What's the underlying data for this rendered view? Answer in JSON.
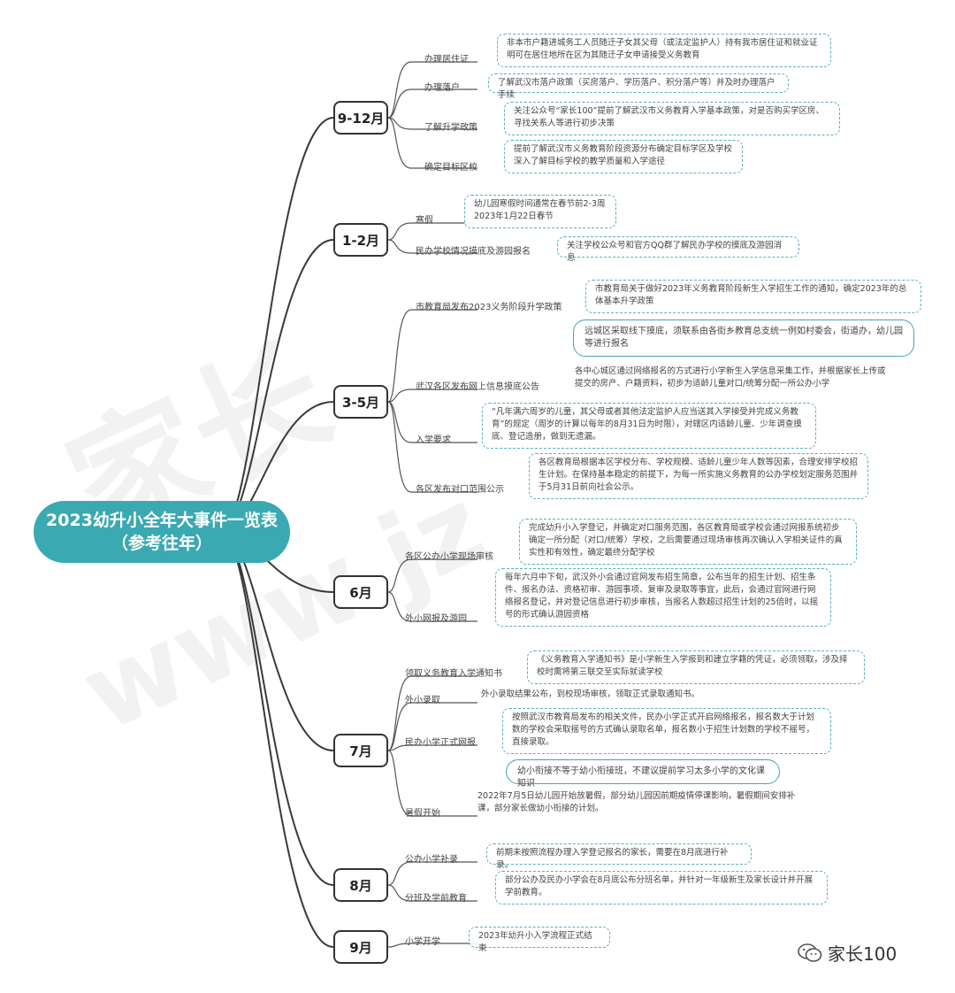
{
  "title_line1": "2023幼升小全年大事件一览表",
  "title_line2": "（参考往年）",
  "footer_text": "家长100",
  "footer_icon": "wechat-icon",
  "accent_color": "#3aa9b2",
  "months": [
    {
      "label": "9-12月",
      "topics": [
        {
          "label": "办理居住证",
          "note": "非本市户籍进城务工人员随迁子女其父母（或法定监护人）持有我市居住证和就业证明可在居住地所在区为其随迁子女申请接受义务教育"
        },
        {
          "label": "办理落户",
          "note": "了解武汉市落户政策（买房落户、学历落户、积分落户等）并及时办理落户手续"
        },
        {
          "label": "了解升学政策",
          "note": "关注公众号“家长100”提前了解武汉市义务教育入学基本政策，对是否购买学区房、寻找关系人等进行初步决策"
        },
        {
          "label": "确定目标区校",
          "note": "提前了解武汉市义务教育阶段资源分布确定目标学区及学校深入了解目标学校的教学质量和入学途径"
        }
      ]
    },
    {
      "label": "1-2月",
      "topics": [
        {
          "label": "寒假",
          "note": "幼儿园寒假时间通常在春节前2-3周\n2023年1月22日春节"
        },
        {
          "label": "民办学校情况摸底及游园报名",
          "note": "关注学校公众号和官方QQ群了解民办学校的摸底及游园消息"
        }
      ]
    },
    {
      "label": "3-5月",
      "topics": [
        {
          "label": "市教育局发布2023义务阶段升学政策",
          "note": "市教育局关于做好2023年义务教育阶段新生入学招生工作的通知，确定2023年的总体基本升学政策"
        },
        {
          "label": "武汉各区发布网上信息摸底公告",
          "note_a": "远城区采取线下摸底，须联系由各街乡教育总支统一例如村委会，街道办，幼儿园等进行报名",
          "note": "各中心城区通过网络报名的方式进行小学新生入学信息采集工作，并根据家长上传或提交的房产、户籍资料，初步为适龄儿童对口/统筹分配一所公办小学"
        },
        {
          "label": "入学要求",
          "note": "“凡年满六周岁的儿童，其父母或者其他法定监护人应当送其入学接受并完成义务教育”的规定（周岁的计算以每年的8月31日为时限），对辖区内适龄儿童、少年调查摸底、登记造册，做到无遗漏。"
        },
        {
          "label": "各区发布对口范围公示",
          "note": "各区教育局根据本区学校分布、学校规模、适龄儿童少年人数等因素，合理安排学校招生计划。在保持基本稳定的前提下，为每一所实施义务教育的公办学校划定服务范围并于5月31日前向社会公示。"
        }
      ]
    },
    {
      "label": "6月",
      "topics": [
        {
          "label": "各区公办小学现场审核",
          "note": "完成幼升小入学登记，并确定对口服务范围，各区教育局或学校会通过网报系统初步确定一所分配（对口/统筹）学校，之后需要通过现场审核再次确认入学相关证件的真实性和有效性，确定最终分配学校"
        },
        {
          "label": "外小网报及游园",
          "note": "每年六月中下旬，武汉外小会通过官网发布招生简章，公布当年的招生计划、招生条件、报名办法、资格初审、游园事项、复审及录取等事宜，此后，会通过官网进行网络报名登记，并对登记信息进行初步审核，当报名人数超过招生计划的25倍时，以摇号的形式确认游园资格"
        }
      ]
    },
    {
      "label": "7月",
      "topics": [
        {
          "label": "领取义务教育入学通知书",
          "note": "《义务教育入学通知书》是小学新生入学报到和建立学籍的凭证，必须领取，涉及择校时需将第三联交至实际就读学校"
        },
        {
          "label": "外小录取",
          "note": "外小录取结果公布，到校现场审核，领取正式录取通知书。"
        },
        {
          "label": "民办小学正式网报",
          "note": "按照武汉市教育局发布的相关文件，民办小学正式开启网络报名，报名数大于计划数的学校会采取摇号的方式确认录取名单，报名数小于招生计划数的学校不摇号，直接录取。"
        },
        {
          "label": "暑假开始",
          "note_a": "幼小衔接不等于幼小衔接班，不建议提前学习太多小学的文化课知识",
          "note": "2022年7月5日幼儿园开始放暑假，部分幼儿园因前期疫情停课影响，暑假期间安排补课，部分家长做幼小衔接的计划。"
        }
      ]
    },
    {
      "label": "8月",
      "topics": [
        {
          "label": "公办小学补录",
          "note": "前期未按照流程办理入学登记报名的家长，需要在8月底进行补录。"
        },
        {
          "label": "分班及学前教育",
          "note": "部分公办及民办小学会在8月底公布分班名单，并针对一年级新生及家长设计并开展学前教育。"
        }
      ]
    },
    {
      "label": "9月",
      "topics": [
        {
          "label": "小学开学",
          "note": "2023年幼升小入学流程正式结束"
        }
      ]
    }
  ]
}
